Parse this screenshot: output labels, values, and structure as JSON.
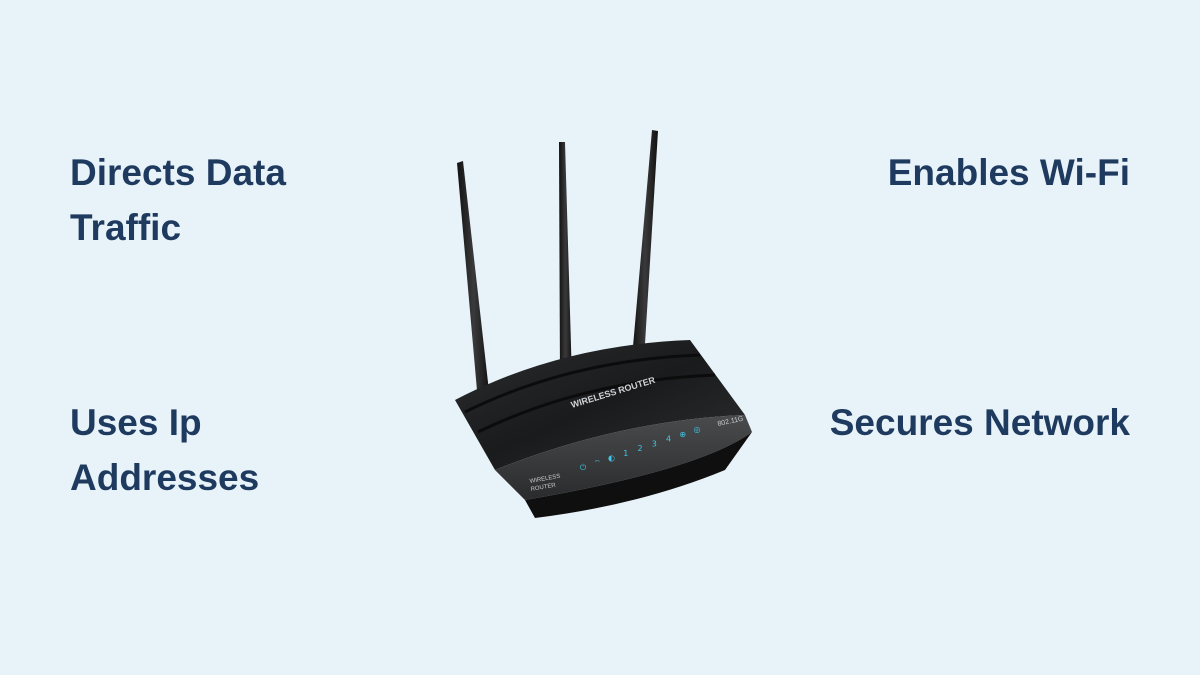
{
  "labels": {
    "top_left": "Directs Data Traffic",
    "bottom_left": "Uses Ip Addresses",
    "top_right": "Enables Wi-Fi",
    "bottom_right": "Secures Network"
  },
  "router": {
    "top_logo": "WIRELESS ROUTER",
    "front_brand_line1": "WIRELESS",
    "front_brand_line2": "ROUTER",
    "model": "802.11G",
    "led_labels": [
      "⏻",
      "⌔",
      "◐",
      "1",
      "2",
      "3",
      "4",
      "⊕",
      "◎"
    ],
    "led_color": "#3fc6e8"
  }
}
